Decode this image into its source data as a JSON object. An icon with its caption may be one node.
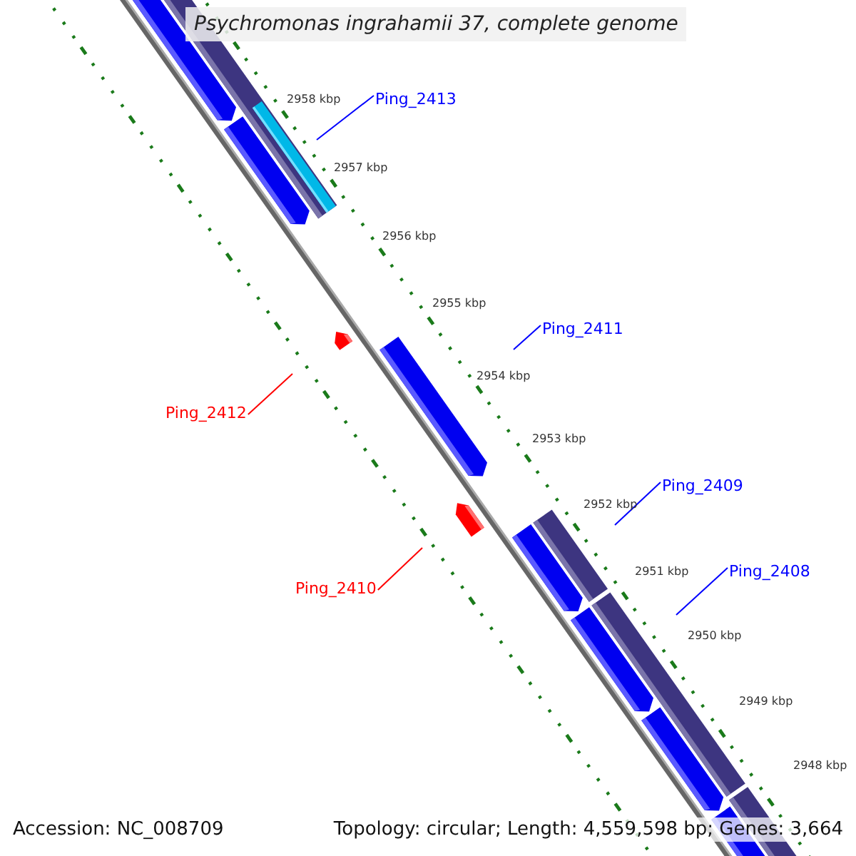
{
  "diagram": {
    "title": "Psychromonas ingrahamii 37, complete genome",
    "nodes": [
      {
        "text": [
          "Ping_2413"
        ]
      },
      {
        "text": [
          "Ping_2411"
        ]
      },
      {
        "text": [
          "Ping_2412"
        ]
      },
      {
        "text": [
          "Ping_2409"
        ]
      },
      {
        "text": [
          "Ping_2408"
        ]
      },
      {
        "text": [
          "Ping_2410"
        ]
      }
    ],
    "edges": [
      {
        "from": 0,
        "to": null,
        "arrow": "none"
      },
      {
        "from": 1,
        "to": null,
        "arrow": "none"
      },
      {
        "from": 2,
        "to": null,
        "arrow": "none",
        "color": "#ff0000"
      },
      {
        "from": 3,
        "to": null,
        "arrow": "none"
      },
      {
        "from": 4,
        "to": null,
        "arrow": "none"
      },
      {
        "from": 5,
        "to": null,
        "arrow": "none",
        "color": "#ff0000"
      }
    ],
    "labels": [
      "2958 kbp",
      "2957 kbp",
      "2956 kbp",
      "2955 kbp",
      "2954 kbp",
      "2953 kbp",
      "2952 kbp",
      "2951 kbp",
      "2950 kbp",
      "2949 kbp",
      "2948 kbp",
      "Accession: NC_008709",
      "Topology: circular; Length: 4,559,598 bp; Genes: 3,664"
    ]
  }
}
